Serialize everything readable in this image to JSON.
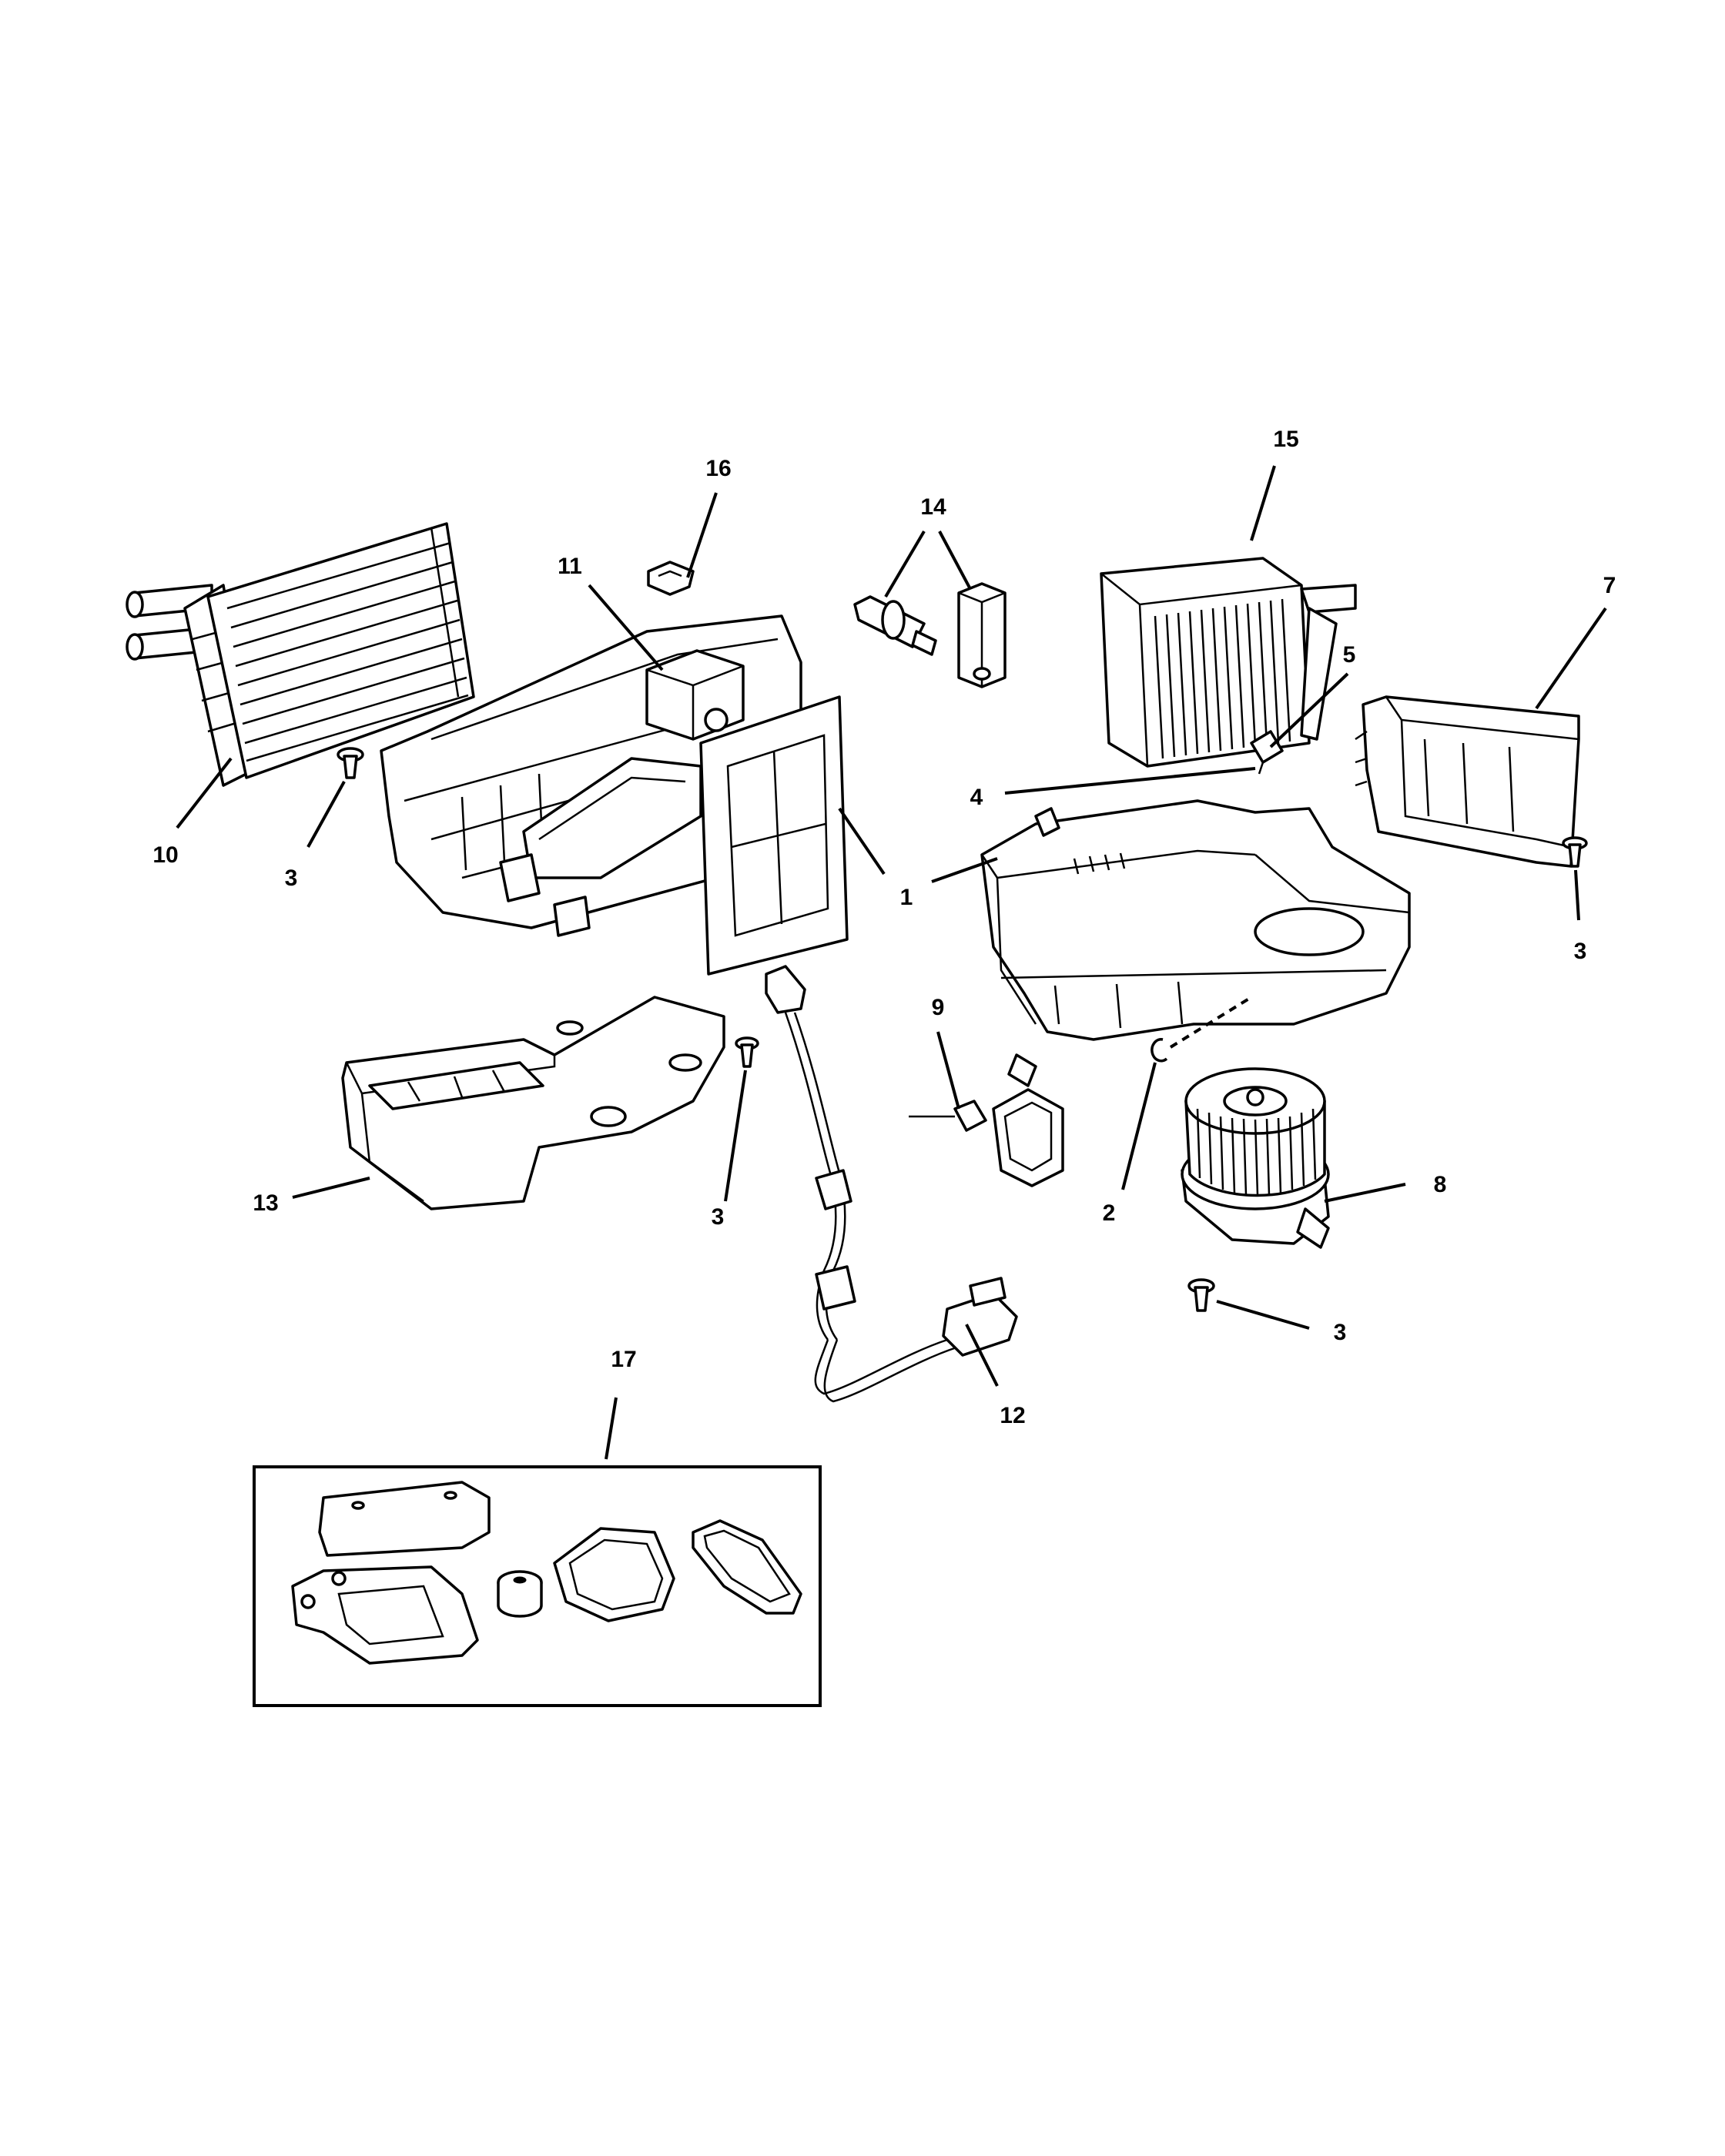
{
  "callouts": {
    "c1": "1",
    "c2": "2",
    "c3a": "3",
    "c3b": "3",
    "c3c": "3",
    "c3d": "3",
    "c4": "4",
    "c5": "5",
    "c7": "7",
    "c8": "8",
    "c9": "9",
    "c10": "10",
    "c11": "11",
    "c12": "12",
    "c13": "13",
    "c14": "14",
    "c15": "15",
    "c16": "16",
    "c17": "17"
  },
  "colors": {
    "ink": "#000000",
    "paper": "#ffffff"
  }
}
